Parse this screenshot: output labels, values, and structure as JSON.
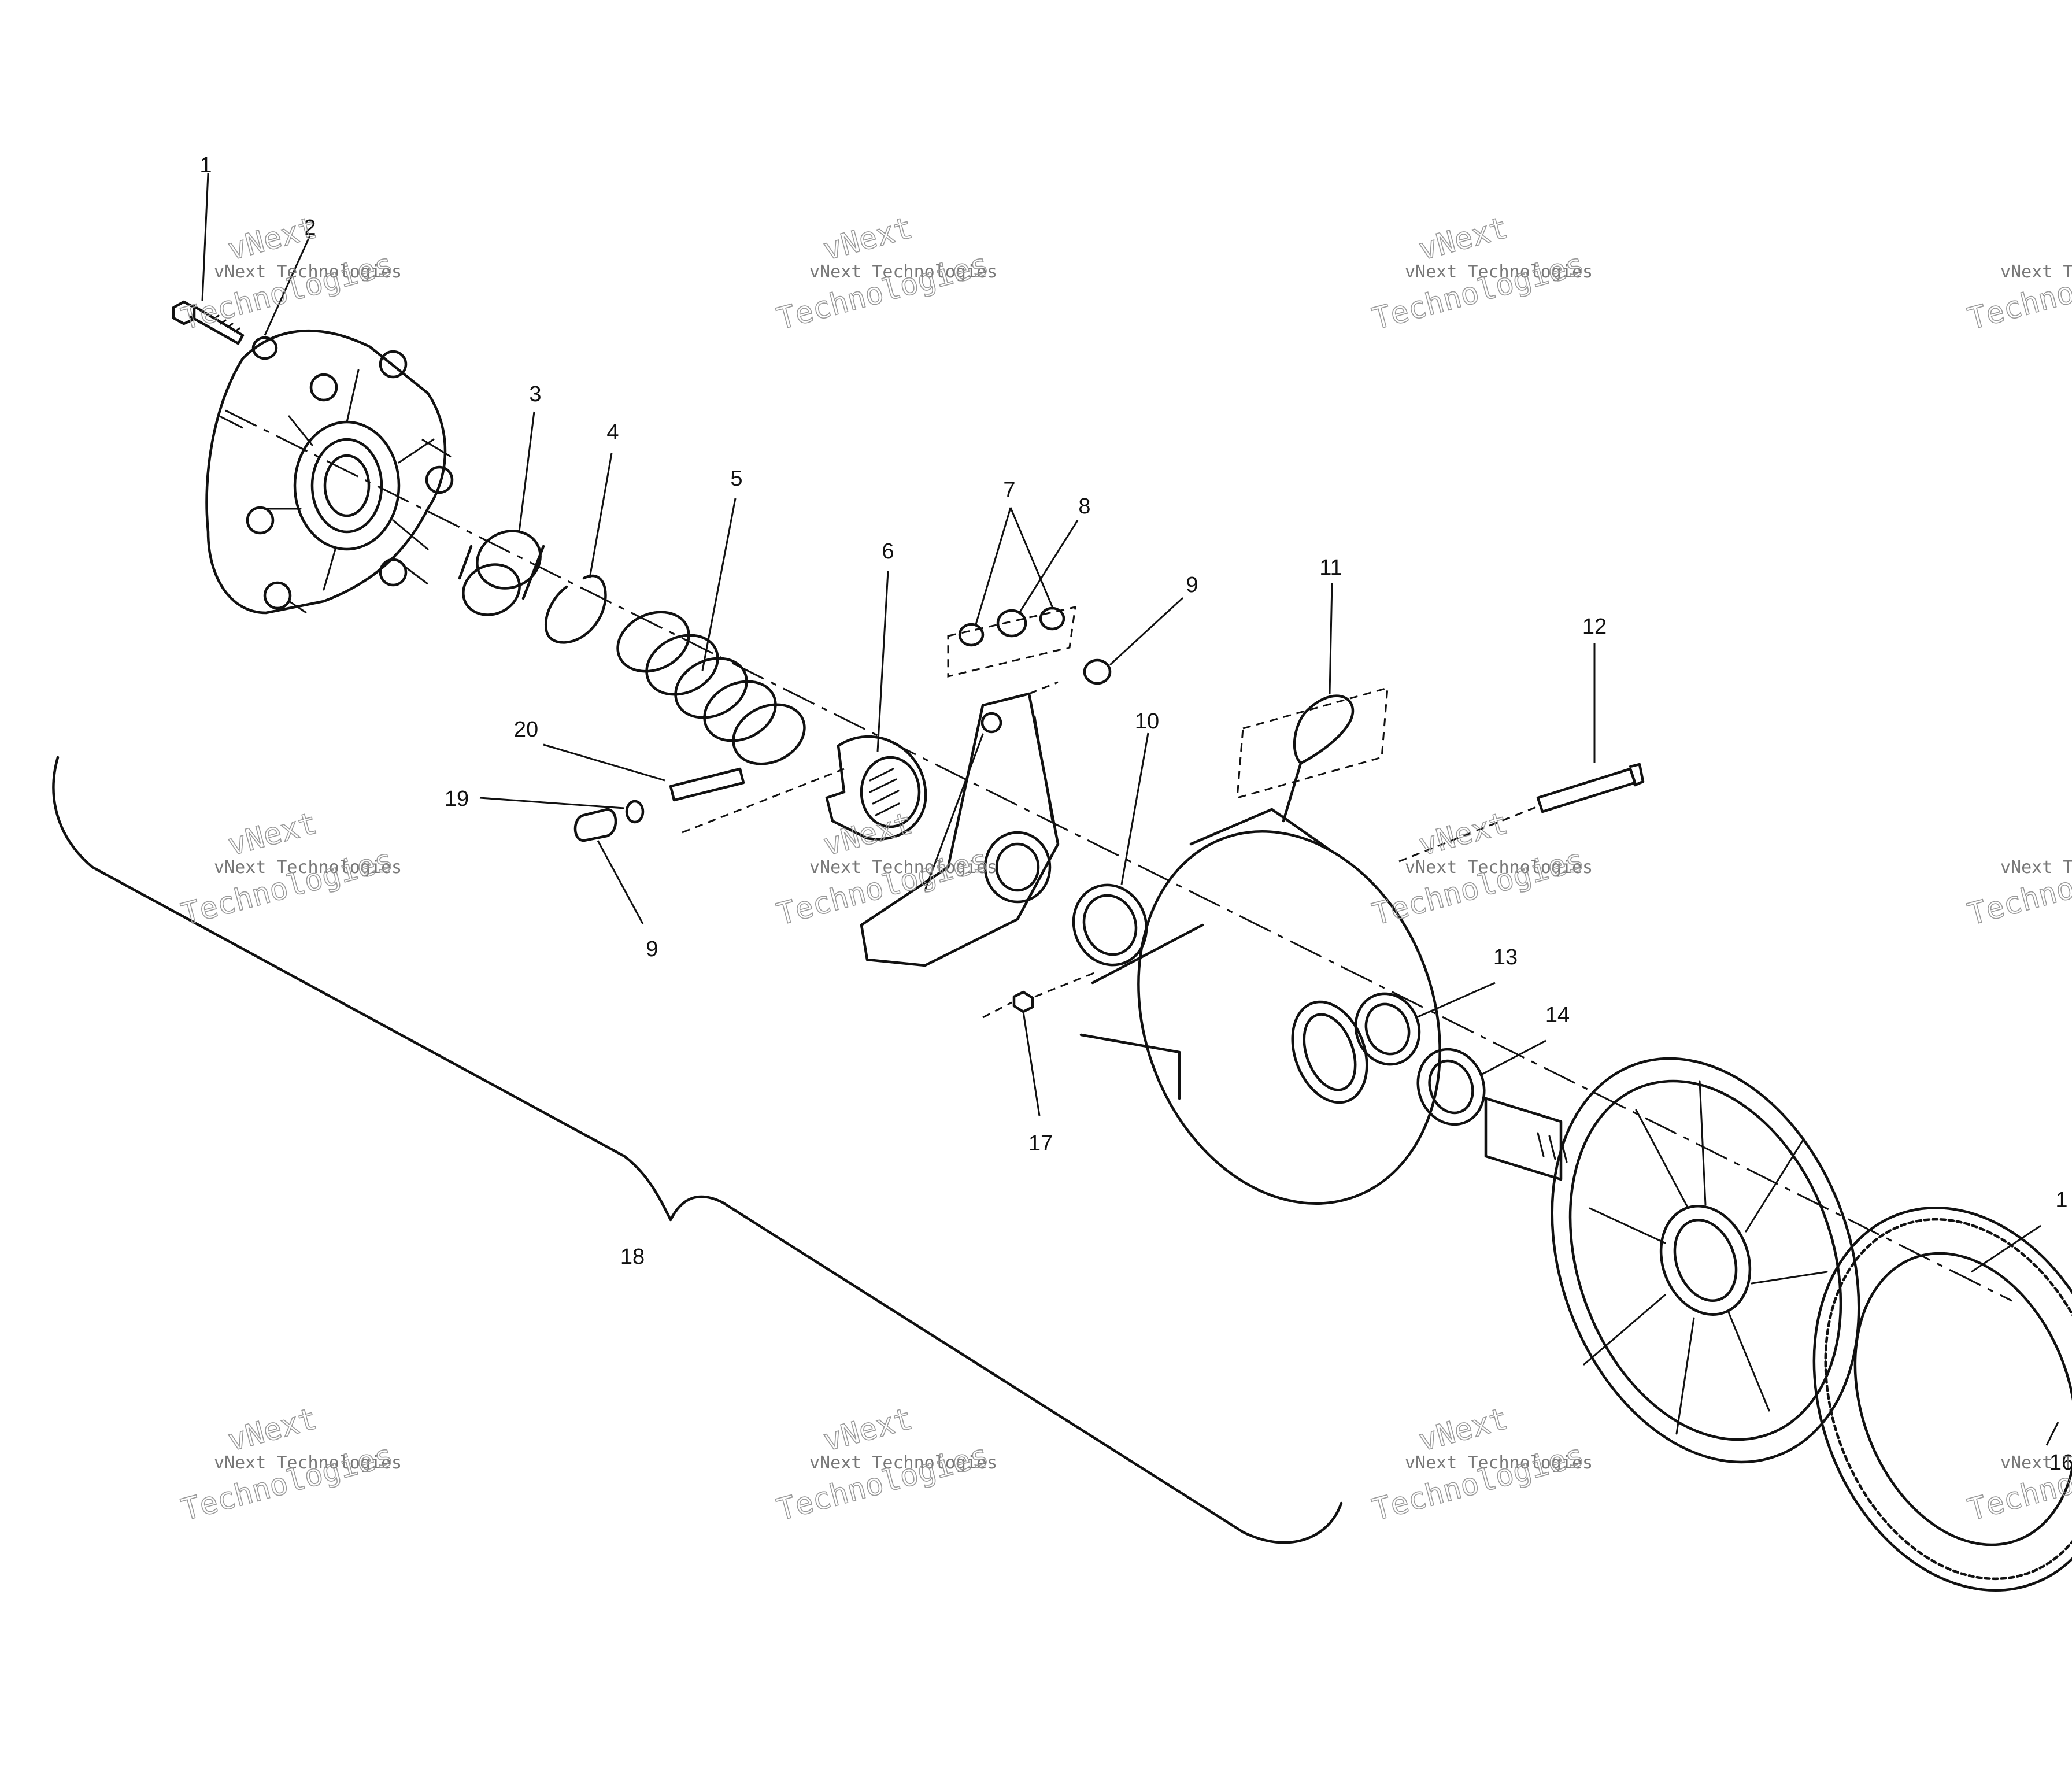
{
  "callouts": [
    {
      "id": "1",
      "label": "1"
    },
    {
      "id": "2",
      "label": "2"
    },
    {
      "id": "3",
      "label": "3"
    },
    {
      "id": "4",
      "label": "4"
    },
    {
      "id": "5",
      "label": "5"
    },
    {
      "id": "6",
      "label": "6"
    },
    {
      "id": "7",
      "label": "7"
    },
    {
      "id": "8",
      "label": "8"
    },
    {
      "id": "9a",
      "label": "9"
    },
    {
      "id": "9b",
      "label": "9"
    },
    {
      "id": "10",
      "label": "10"
    },
    {
      "id": "11",
      "label": "11"
    },
    {
      "id": "12",
      "label": "12"
    },
    {
      "id": "13",
      "label": "13"
    },
    {
      "id": "14",
      "label": "14"
    },
    {
      "id": "15",
      "label": "1"
    },
    {
      "id": "16",
      "label": "16"
    },
    {
      "id": "17",
      "label": "17"
    },
    {
      "id": "18",
      "label": "18"
    },
    {
      "id": "19",
      "label": "19"
    },
    {
      "id": "20",
      "label": "20"
    }
  ],
  "watermark": {
    "line1": "vNext Technologies",
    "line2": "vNext",
    "line3": "Technologies"
  },
  "colors": {
    "ink": "#111111",
    "background": "#ffffff",
    "watermark": "#777777"
  }
}
